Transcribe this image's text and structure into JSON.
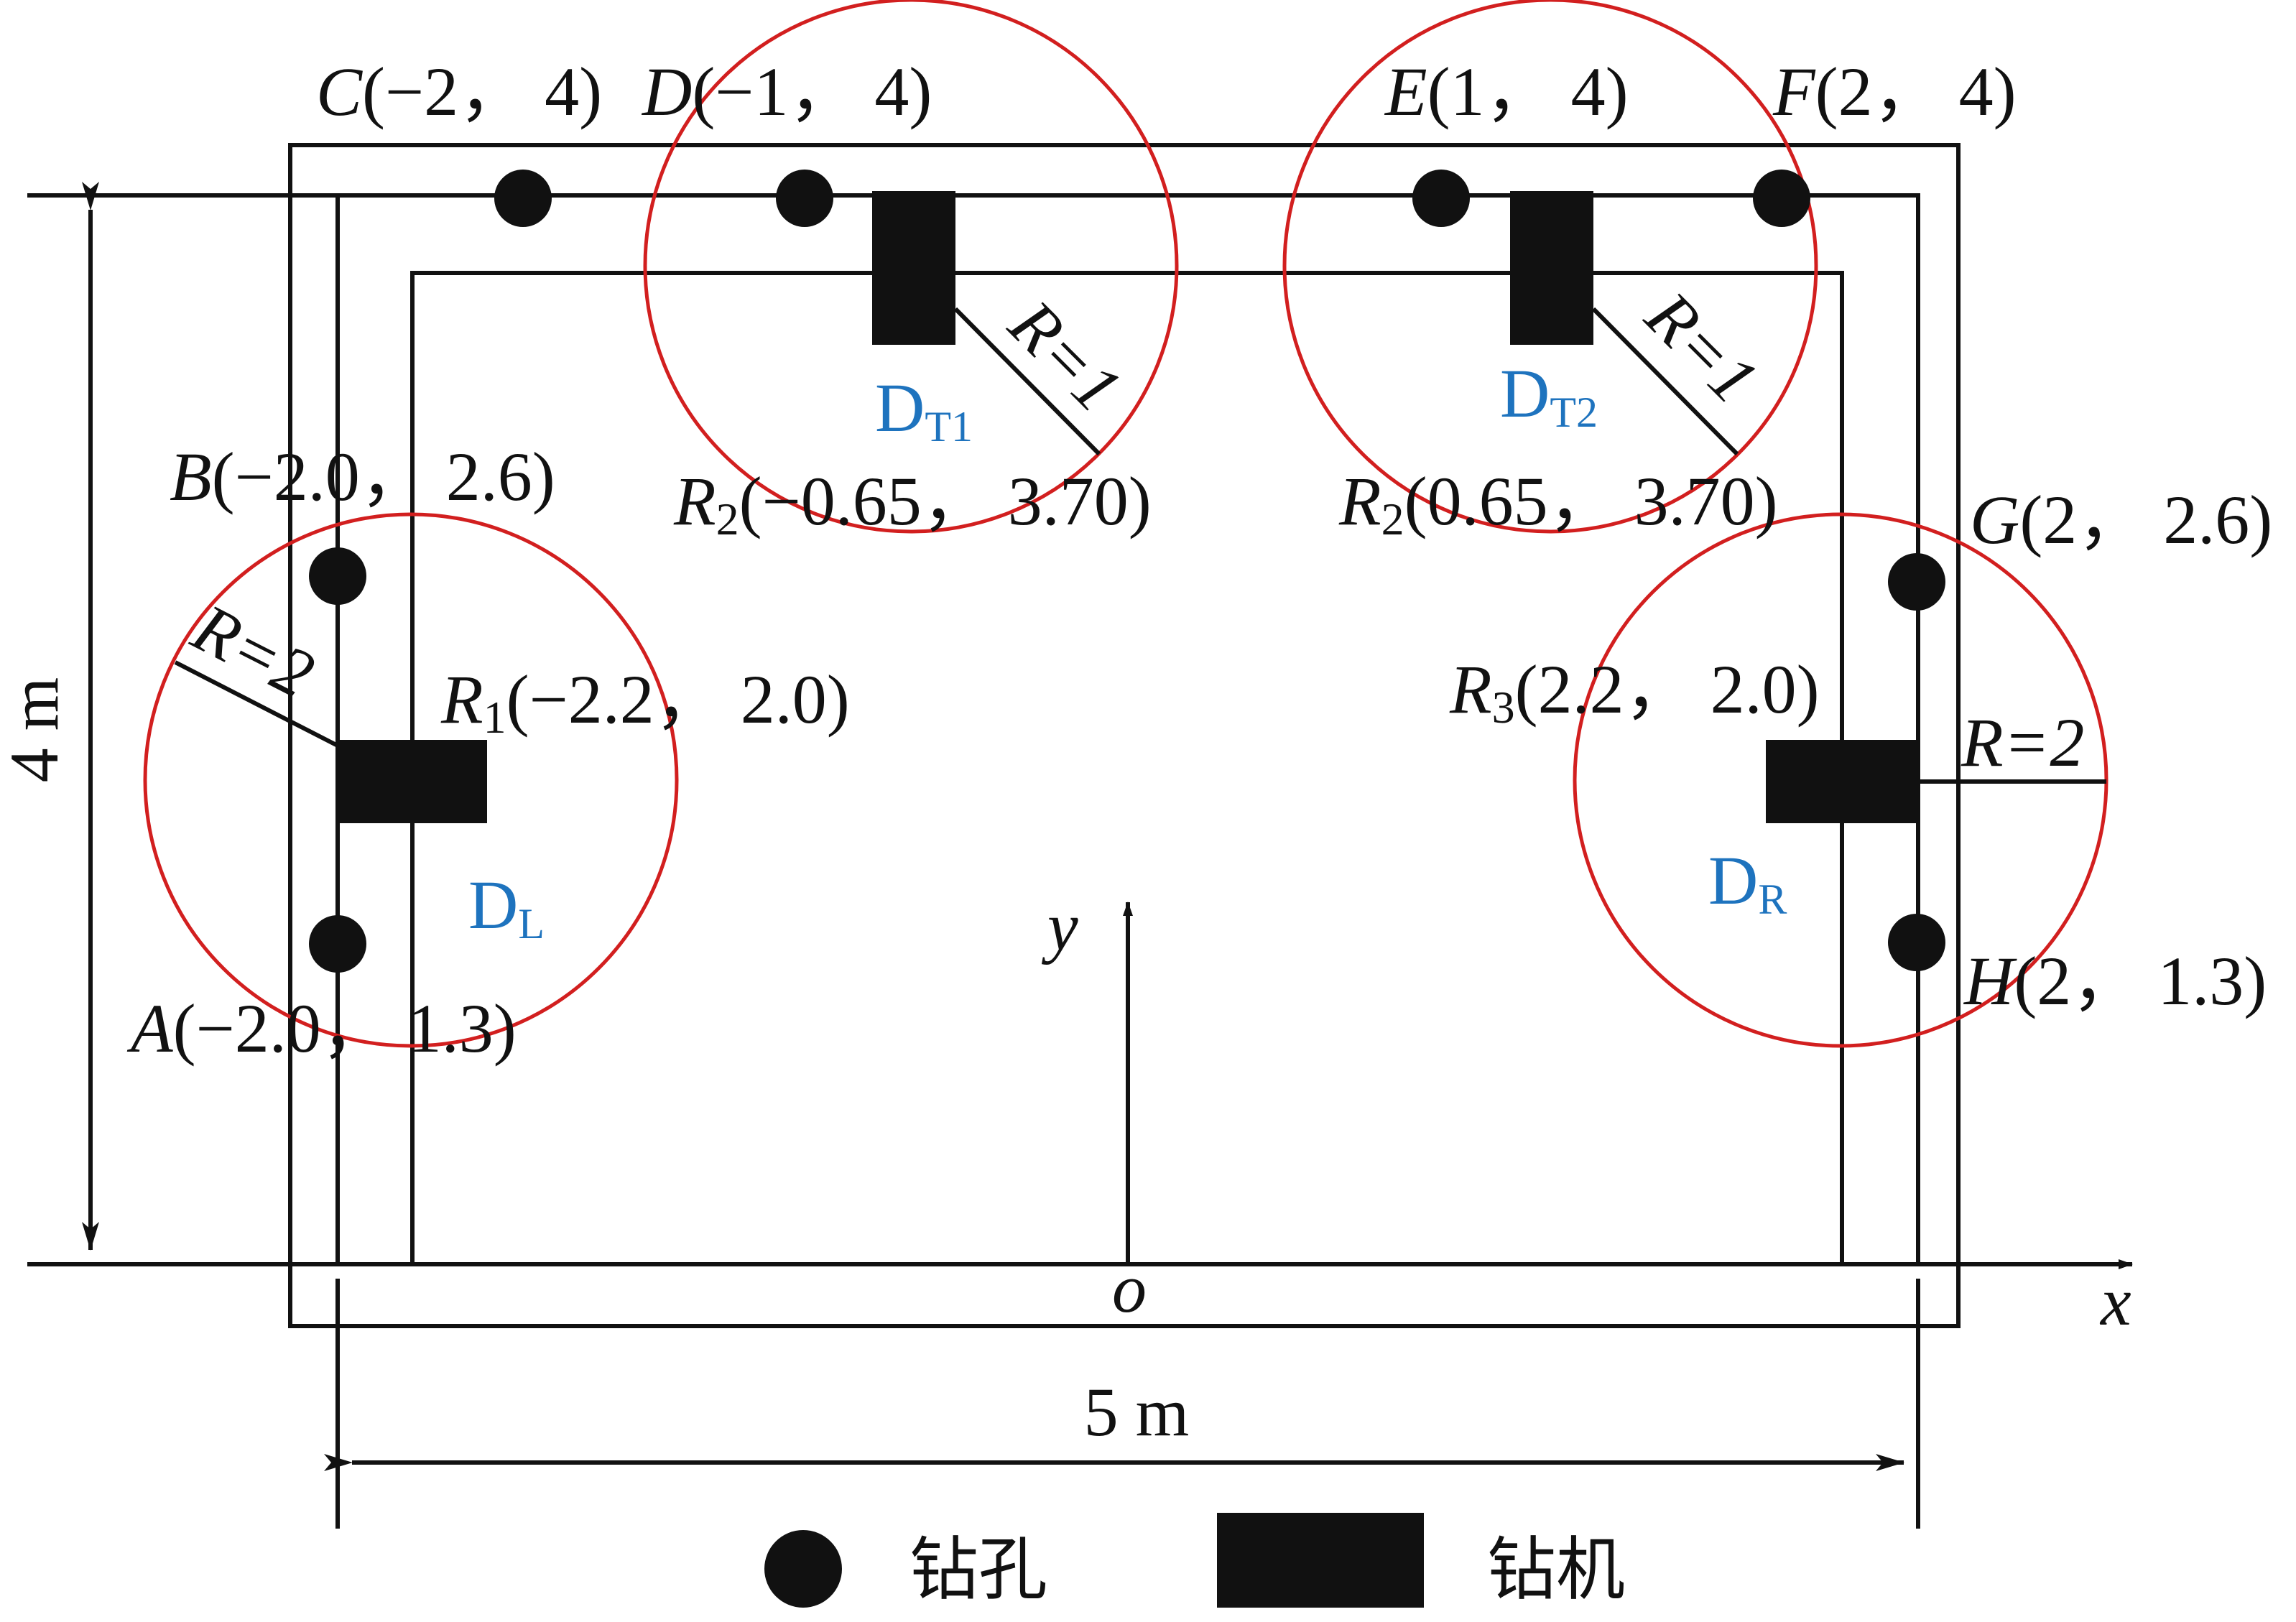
{
  "holes": [
    {
      "id": "A",
      "label": "A",
      "coords": "(−2.0， 1.3)"
    },
    {
      "id": "B",
      "label": "B",
      "coords": "(−2.0， 2.6)"
    },
    {
      "id": "C",
      "label": "C",
      "coords": "(−2， 4)"
    },
    {
      "id": "D",
      "label": "D",
      "coords": "(−1， 4)"
    },
    {
      "id": "E",
      "label": "E",
      "coords": "(1， 4)"
    },
    {
      "id": "F",
      "label": "F",
      "coords": "(2， 4)"
    },
    {
      "id": "G",
      "label": "G",
      "coords": "(2， 2.6)"
    },
    {
      "id": "H",
      "label": "H",
      "coords": "(2， 1.3)"
    }
  ],
  "rigs": [
    {
      "id": "R1",
      "label": "R",
      "sub": "1",
      "coords": "(−2.2， 2.0)",
      "radius_label": "R=2",
      "zone": "D",
      "zone_sub": "L"
    },
    {
      "id": "R2-left",
      "label": "R",
      "sub": "2",
      "coords": "(−0.65， 3.70)",
      "radius_label": "R=1",
      "zone": "D",
      "zone_sub": "T1"
    },
    {
      "id": "R2-right",
      "label": "R",
      "sub": "2",
      "coords": "(0.65， 3.70)",
      "radius_label": "R=1",
      "zone": "D",
      "zone_sub": "T2"
    },
    {
      "id": "R3",
      "label": "R",
      "sub": "3",
      "coords": "(2.2， 2.0)",
      "radius_label": "R=2",
      "zone": "D",
      "zone_sub": "R"
    }
  ],
  "axes": {
    "x": "x",
    "y": "y",
    "origin": "o"
  },
  "dimensions": {
    "height": "4 m",
    "width": "5 m"
  },
  "legend": {
    "hole": "钻孔",
    "rig": "钻机"
  },
  "colors": {
    "influence_circle": "#d21f1f",
    "zone_label": "#1e73be",
    "ink": "#111111"
  }
}
